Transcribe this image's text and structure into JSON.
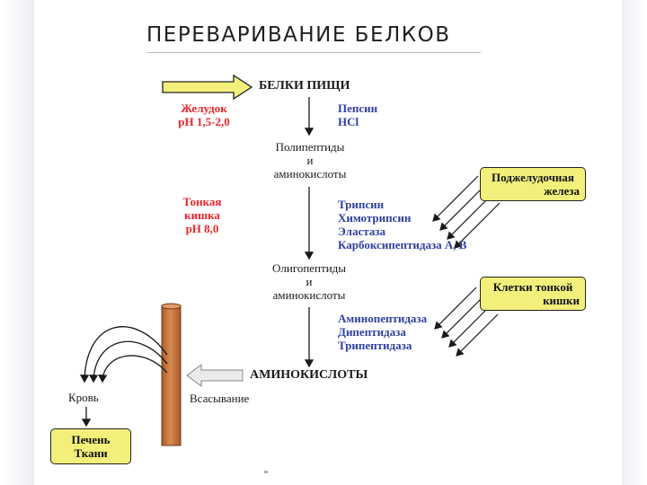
{
  "slide": {
    "title": "ПЕРЕВАРИВАНИЕ БЕЛКОВ"
  },
  "stages": {
    "start": "БЕЛКИ ПИЩИ",
    "stage1": [
      "Полипептиды",
      "и",
      "аминокислоты"
    ],
    "stage2": [
      "Олигопептиды",
      "и",
      "аминокислоты"
    ],
    "final": "АМИНОКИСЛОТЫ"
  },
  "locations": {
    "stomach": [
      "Желудок",
      "pH 1,5-2,0"
    ],
    "small_intestine": [
      "Тонкая",
      "кишка",
      "pH 8,0"
    ]
  },
  "enzymes": {
    "stomach": [
      "Пепсин",
      "HCl"
    ],
    "pancreas": [
      "Трипсин",
      "Химотрипсин",
      "Эластаза",
      "Карбоксипептидаза А, В"
    ],
    "intestine": [
      "Аминопептидаза",
      "Дипептидаза",
      "Трипептидаза"
    ]
  },
  "sources": {
    "pancreas": [
      "Поджелудочная",
      "железа"
    ],
    "intestine_cells": [
      "Клетки тонкой",
      "кишки"
    ]
  },
  "absorption": {
    "blood": "Кровь",
    "absorption_label": "Всасывание",
    "destination": [
      "Печень",
      "Ткани"
    ]
  },
  "colors": {
    "box_fill": "#f2f07a",
    "location_text": "#e8262a",
    "enzyme_text": "#2e3fa0",
    "vessel": "#c9753f"
  }
}
